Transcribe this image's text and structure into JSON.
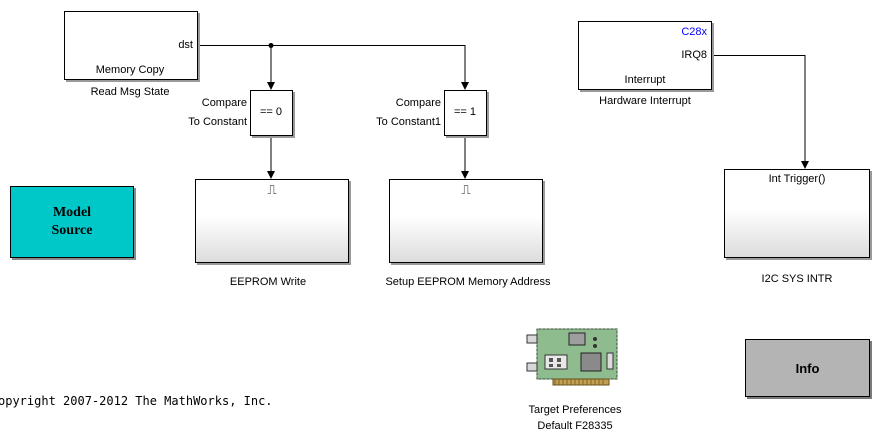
{
  "blocks": {
    "memory_copy": {
      "port": "dst",
      "label": "Memory Copy",
      "name": "Read Msg State"
    },
    "compare0": {
      "symbol": "== 0",
      "name_line1": "Compare",
      "name_line2": "To Constant"
    },
    "compare1": {
      "symbol": "== 1",
      "name_line1": "Compare",
      "name_line2": "To Constant1"
    },
    "eeprom_write": {
      "trigger": "⎍",
      "name": "EEPROM Write"
    },
    "setup_eeprom": {
      "trigger": "⎍",
      "name": "Setup EEPROM Memory Address"
    },
    "hw_interrupt": {
      "target": "C28x",
      "port": "IRQ8",
      "label": "Interrupt",
      "name": "Hardware Interrupt"
    },
    "i2c_sys_intr": {
      "port": "Int Trigger()",
      "name": "I2C SYS INTR"
    },
    "model_source": {
      "line1": "Model",
      "line2": "Source"
    },
    "info": {
      "label": "Info"
    },
    "target_prefs": {
      "line1": "Target Preferences",
      "line2": "Default F28335"
    }
  },
  "footer": {
    "copyright": "opyright 2007-2012 The MathWorks, Inc."
  },
  "colors": {
    "model_source_bg": "#00c8c8",
    "info_bg": "#b4b4b4",
    "c28x_text": "#0000ff",
    "pcb_green": "#8fbc8f"
  }
}
